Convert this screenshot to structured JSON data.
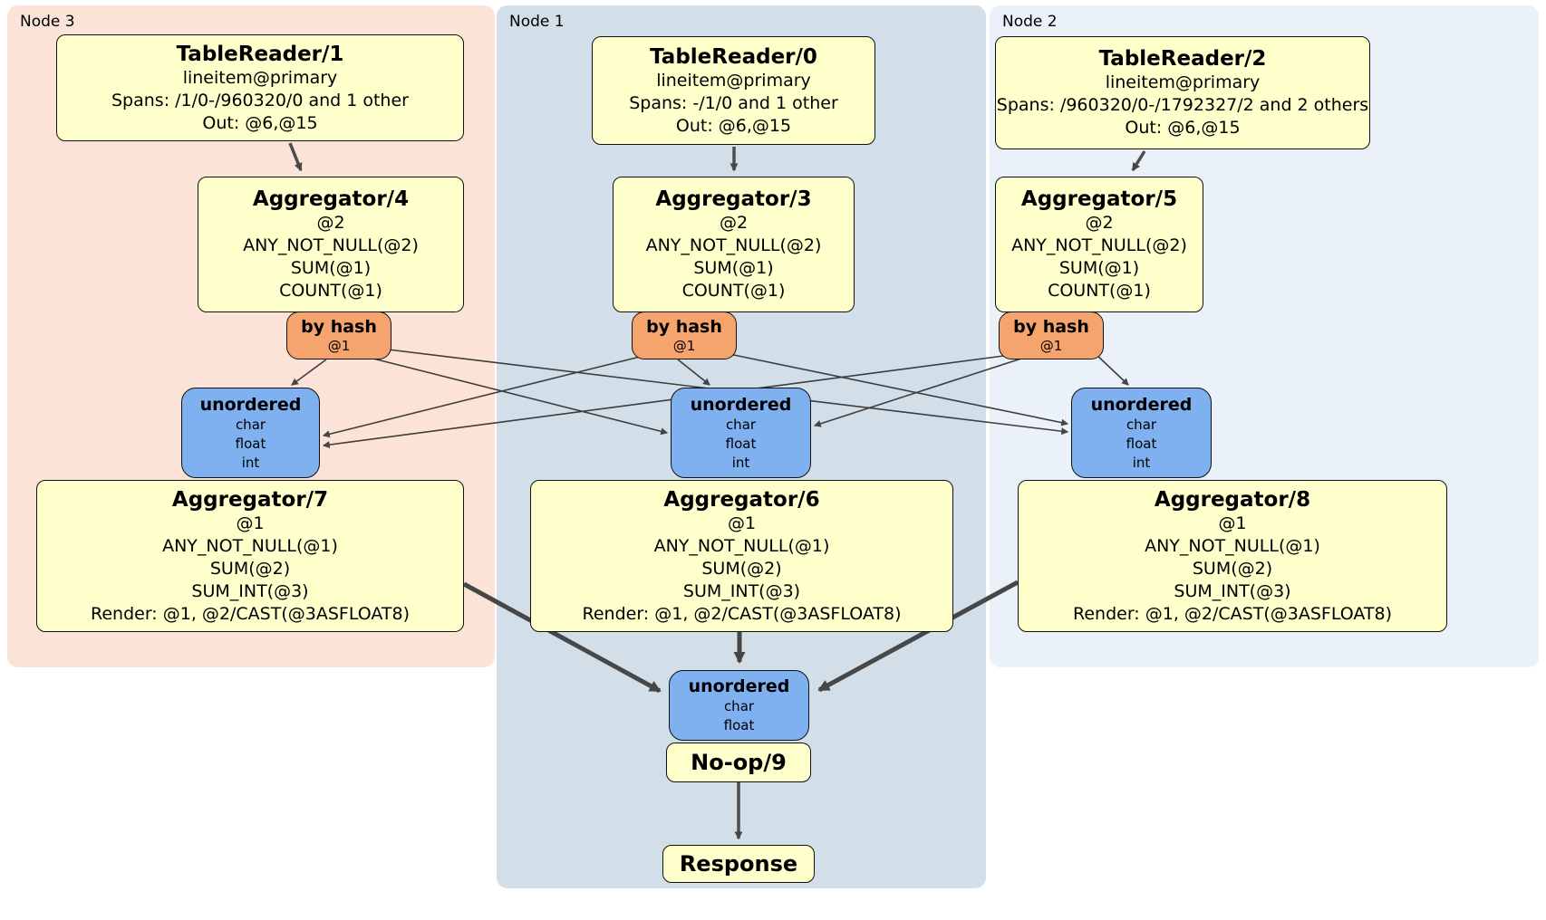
{
  "panels": [
    {
      "label": "Node 3"
    },
    {
      "label": "Node 1"
    },
    {
      "label": "Node 2"
    }
  ],
  "processors": {
    "tr1": {
      "title": "TableReader/1",
      "lines": [
        "lineitem@primary",
        "Spans: /1/0-/960320/0 and 1 other",
        "Out: @6,@15"
      ]
    },
    "tr0": {
      "title": "TableReader/0",
      "lines": [
        "lineitem@primary",
        "Spans: -/1/0 and 1 other",
        "Out: @6,@15"
      ]
    },
    "tr2": {
      "title": "TableReader/2",
      "lines": [
        "lineitem@primary",
        "Spans: /960320/0-/1792327/2 and 2 others",
        "Out: @6,@15"
      ]
    },
    "agg4": {
      "title": "Aggregator/4",
      "lines": [
        "@2",
        "ANY_NOT_NULL(@2)",
        "SUM(@1)",
        "COUNT(@1)"
      ]
    },
    "agg3": {
      "title": "Aggregator/3",
      "lines": [
        "@2",
        "ANY_NOT_NULL(@2)",
        "SUM(@1)",
        "COUNT(@1)"
      ]
    },
    "agg5": {
      "title": "Aggregator/5",
      "lines": [
        "@2",
        "ANY_NOT_NULL(@2)",
        "SUM(@1)",
        "COUNT(@1)"
      ]
    },
    "agg7": {
      "title": "Aggregator/7",
      "lines": [
        "@1",
        "ANY_NOT_NULL(@1)",
        "SUM(@2)",
        "SUM_INT(@3)",
        "Render: @1, @2/CAST(@3ASFLOAT8)"
      ]
    },
    "agg6": {
      "title": "Aggregator/6",
      "lines": [
        "@1",
        "ANY_NOT_NULL(@1)",
        "SUM(@2)",
        "SUM_INT(@3)",
        "Render: @1, @2/CAST(@3ASFLOAT8)"
      ]
    },
    "agg8": {
      "title": "Aggregator/8",
      "lines": [
        "@1",
        "ANY_NOT_NULL(@1)",
        "SUM(@2)",
        "SUM_INT(@3)",
        "Render: @1, @2/CAST(@3ASFLOAT8)"
      ]
    },
    "noop": {
      "title": "No-op/9"
    },
    "response": {
      "title": "Response"
    }
  },
  "routers": {
    "node3": {
      "title": "by hash",
      "lines": [
        "@1"
      ]
    },
    "node1": {
      "title": "by hash",
      "lines": [
        "@1"
      ]
    },
    "node2": {
      "title": "by hash",
      "lines": [
        "@1"
      ]
    }
  },
  "streams": {
    "node3": {
      "title": "unordered",
      "lines": [
        "char",
        "float",
        "int"
      ]
    },
    "node1": {
      "title": "unordered",
      "lines": [
        "char",
        "float",
        "int"
      ]
    },
    "node2": {
      "title": "unordered",
      "lines": [
        "char",
        "float",
        "int"
      ]
    },
    "final": {
      "title": "unordered",
      "lines": [
        "char",
        "float"
      ]
    }
  },
  "edges": [
    {
      "from": "TableReader/1",
      "to": "Aggregator/4"
    },
    {
      "from": "TableReader/0",
      "to": "Aggregator/3"
    },
    {
      "from": "TableReader/2",
      "to": "Aggregator/5"
    },
    {
      "from": "by hash (Node 3)",
      "to": "unordered (Node 3)"
    },
    {
      "from": "by hash (Node 3)",
      "to": "unordered (Node 1)"
    },
    {
      "from": "by hash (Node 3)",
      "to": "unordered (Node 2)"
    },
    {
      "from": "by hash (Node 1)",
      "to": "unordered (Node 3)"
    },
    {
      "from": "by hash (Node 1)",
      "to": "unordered (Node 1)"
    },
    {
      "from": "by hash (Node 1)",
      "to": "unordered (Node 2)"
    },
    {
      "from": "by hash (Node 2)",
      "to": "unordered (Node 3)"
    },
    {
      "from": "by hash (Node 2)",
      "to": "unordered (Node 1)"
    },
    {
      "from": "by hash (Node 2)",
      "to": "unordered (Node 2)"
    },
    {
      "from": "Aggregator/7",
      "to": "unordered (final)"
    },
    {
      "from": "Aggregator/6",
      "to": "unordered (final)"
    },
    {
      "from": "Aggregator/8",
      "to": "unordered (final)"
    },
    {
      "from": "No-op/9",
      "to": "Response"
    }
  ],
  "colors": {
    "node3_bg": "#fbe3d7",
    "node1_bg": "#d2dfe9",
    "node2_bg": "#ebf1f9",
    "processor_fill": "#ffffcc",
    "router_fill": "#f4a46c",
    "stream_fill": "#7fb0f0",
    "border": "#111111",
    "edge": "#454545"
  }
}
